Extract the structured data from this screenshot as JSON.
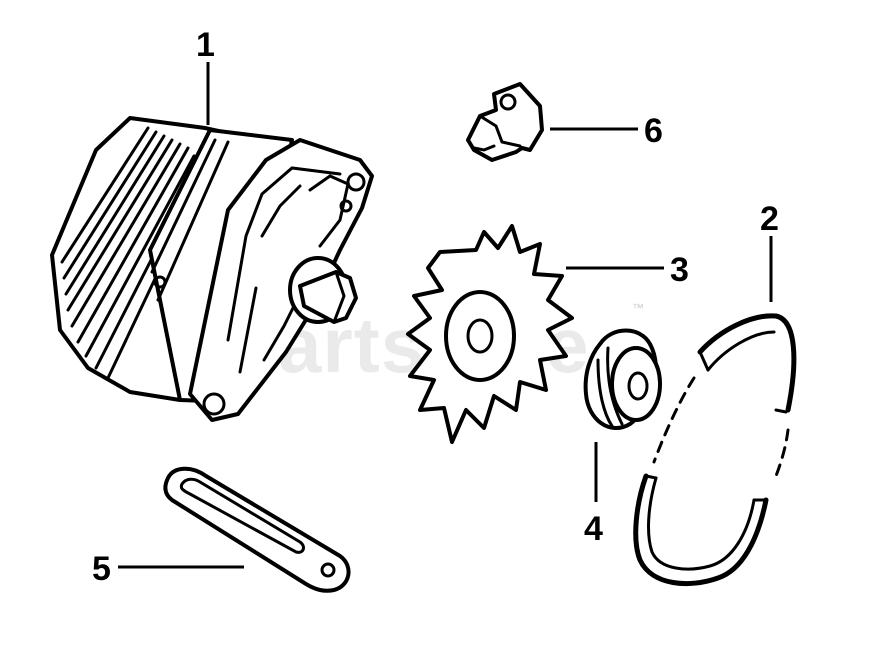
{
  "watermark": {
    "text": "PartsTree",
    "trademark": "™"
  },
  "callouts": [
    {
      "id": "1",
      "label": "1"
    },
    {
      "id": "2",
      "label": "2"
    },
    {
      "id": "3",
      "label": "3"
    },
    {
      "id": "4",
      "label": "4"
    },
    {
      "id": "5",
      "label": "5"
    },
    {
      "id": "6",
      "label": "6"
    }
  ],
  "colors": {
    "line": "#000000",
    "background": "#ffffff",
    "watermark": "#d9d9d9"
  }
}
